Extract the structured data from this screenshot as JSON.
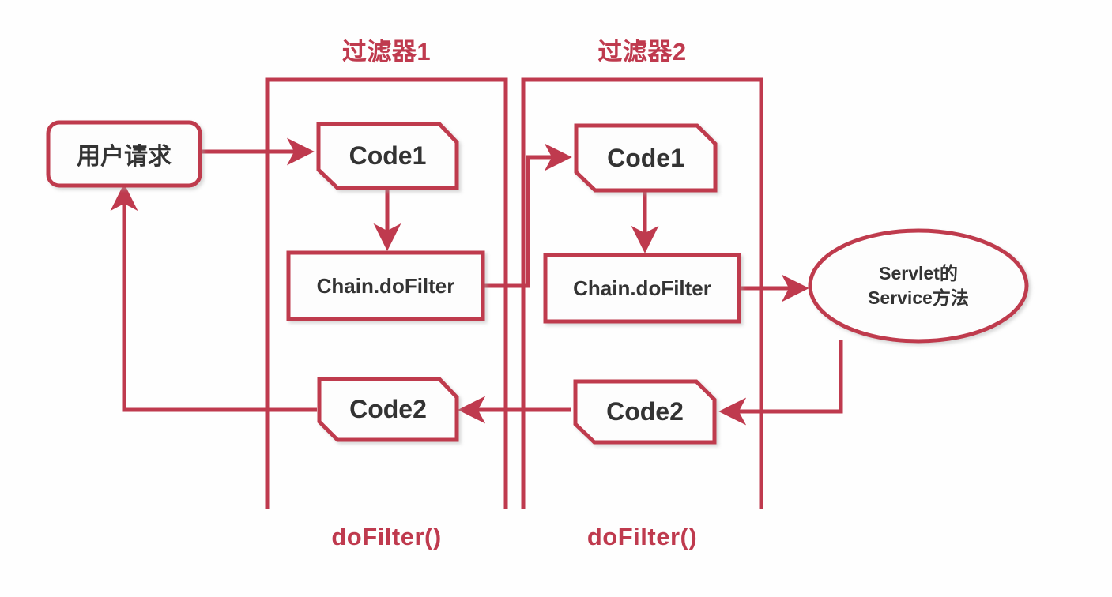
{
  "diagram": {
    "title_top": [
      "过滤器1",
      "过滤器2"
    ],
    "title_bottom": [
      "doFilter()",
      "doFilter()"
    ],
    "accent_color": "#bf3a4e",
    "text_color": "#333333",
    "background": "#fefefe"
  },
  "labels": {
    "filter1_top": "过滤器1",
    "filter2_top": "过滤器2",
    "filter1_bottom": "doFilter()",
    "filter2_bottom": "doFilter()"
  },
  "nodes": {
    "user_request": {
      "text": "用户请求",
      "shape": "rounded-rect"
    },
    "f1_code1": {
      "text": "Code1",
      "shape": "chamfered-rect"
    },
    "f1_chain": {
      "text": "Chain.doFilter",
      "shape": "rect"
    },
    "f1_code2": {
      "text": "Code2",
      "shape": "chamfered-rect"
    },
    "f2_code1": {
      "text": "Code1",
      "shape": "chamfered-rect"
    },
    "f2_chain": {
      "text": "Chain.doFilter",
      "shape": "rect"
    },
    "f2_code2": {
      "text": "Code2",
      "shape": "chamfered-rect"
    },
    "servlet": {
      "line1": "Servlet的",
      "line2": "Service方法",
      "shape": "ellipse"
    }
  },
  "flow": [
    {
      "from": "user_request",
      "to": "f1_code1",
      "direction": "right"
    },
    {
      "from": "f1_code1",
      "to": "f1_chain",
      "direction": "down"
    },
    {
      "from": "f1_chain",
      "to": "f2_code1",
      "direction": "right-up-right"
    },
    {
      "from": "f2_code1",
      "to": "f2_chain",
      "direction": "down"
    },
    {
      "from": "f2_chain",
      "to": "servlet",
      "direction": "right"
    },
    {
      "from": "servlet",
      "to": "f2_code2",
      "direction": "down-left"
    },
    {
      "from": "f2_code2",
      "to": "f1_code2",
      "direction": "left"
    },
    {
      "from": "f1_code2",
      "to": "user_request",
      "direction": "left-up"
    }
  ]
}
